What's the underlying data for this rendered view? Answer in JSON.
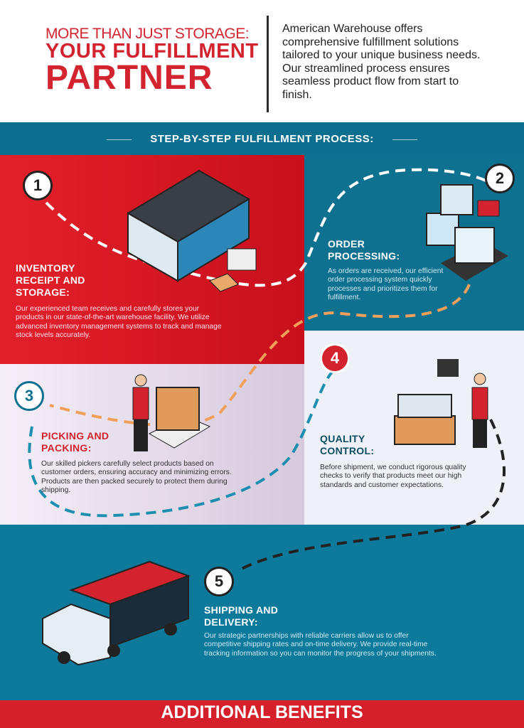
{
  "header": {
    "line1": "MORE THAN JUST STORAGE:",
    "line2": "YOUR FULFILLMENT",
    "line3": "PARTNER",
    "intro": "American Warehouse offers comprehensive fulfillment solutions tailored to your unique business needs. Our streamlined process ensures seamless product flow from start to finish."
  },
  "band": {
    "title": "STEP-BY-STEP FULFILLMENT PROCESS:"
  },
  "steps": [
    {
      "num": "1",
      "title": "INVENTORY RECEIPT AND STORAGE:",
      "text": "Our experienced team receives and carefully stores your products in our state-of-the-art warehouse facility. We utilize advanced inventory management systems to track and manage stock levels accurately."
    },
    {
      "num": "2",
      "title": "ORDER PROCESSING:",
      "text": "As orders are received, our efficient order processing system quickly processes and prioritizes them for fulfillment."
    },
    {
      "num": "3",
      "title": "PICKING AND PACKING:",
      "text": "Our skilled pickers carefully select products based on customer orders, ensuring accuracy and minimizing errors. Products are then packed securely to protect them during shipping."
    },
    {
      "num": "4",
      "title": "QUALITY CONTROL:",
      "text": "Before shipment, we conduct rigorous quality checks to verify that products meet our high standards and customer expectations."
    },
    {
      "num": "5",
      "title": "SHIPPING AND DELIVERY:",
      "text": "Our strategic partnerships with reliable carriers allow us to offer competitive shipping rates and on-time delivery. We provide real-time tracking information so you can monitor the progress of your shipments."
    }
  ],
  "footer": {
    "title": "ADDITIONAL BENEFITS"
  },
  "colors": {
    "red": "#d3232f",
    "teal": "#0f7190"
  }
}
